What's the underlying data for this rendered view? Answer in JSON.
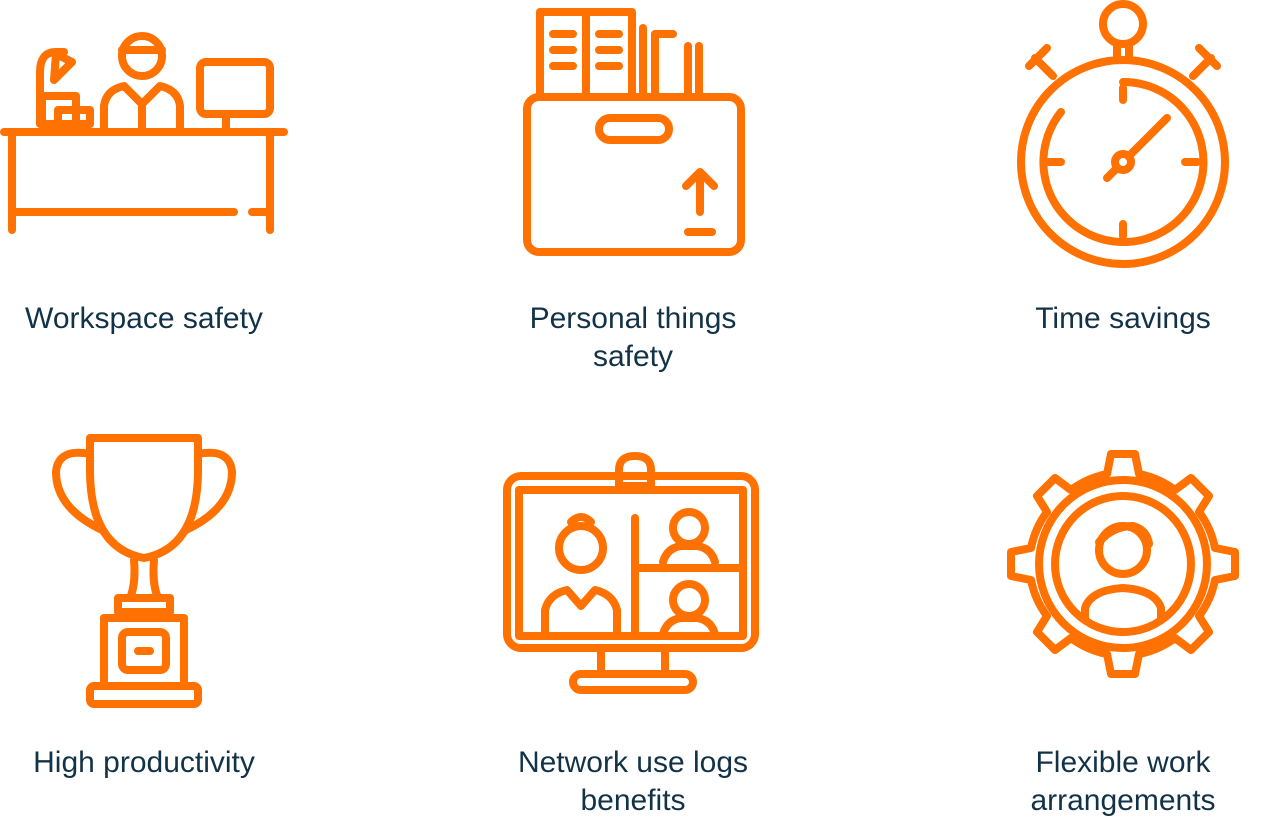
{
  "brand_colors": {
    "icon": "#ff7100",
    "text": "#123347"
  },
  "items": [
    {
      "label": "Workspace safety",
      "icon": "desk-worker-icon"
    },
    {
      "label": "Personal things\nsafety",
      "icon": "storage-box-icon"
    },
    {
      "label": "Time savings",
      "icon": "stopwatch-icon"
    },
    {
      "label": "High productivity",
      "icon": "trophy-icon"
    },
    {
      "label": "Network use logs\nbenefits",
      "icon": "video-conference-monitor-icon"
    },
    {
      "label": "Flexible work\narrangements",
      "icon": "gear-person-icon"
    }
  ]
}
